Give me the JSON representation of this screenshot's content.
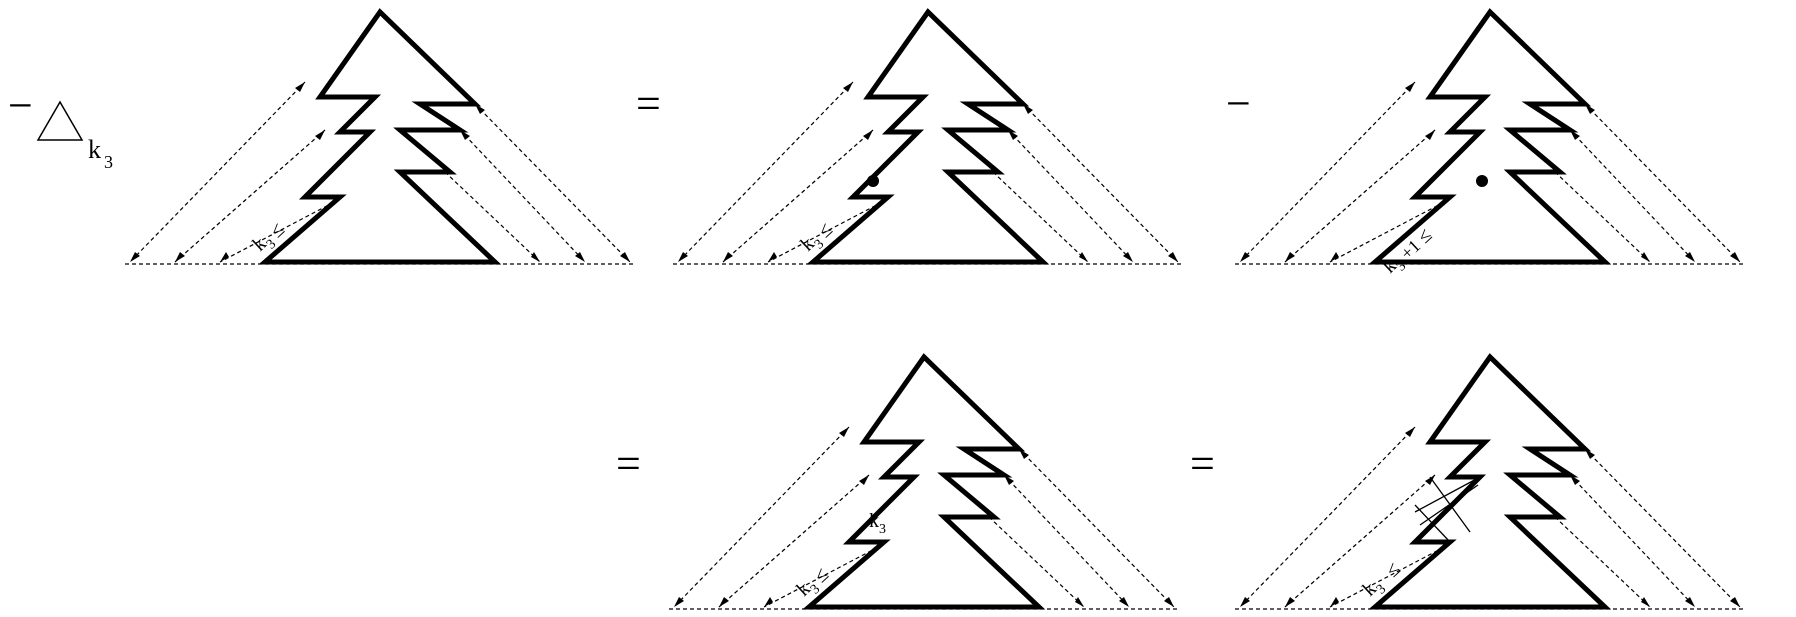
{
  "operators": {
    "minus_sign": "−",
    "equals_sign": "="
  },
  "labels": {
    "laplacian_subscript": "k",
    "laplacian_subscript_index": "3",
    "k_base": "k",
    "k_index": "3",
    "plus_one": "+1",
    "leq": "≤",
    "dot_leq": "⩽"
  },
  "panels": [
    {
      "id": "top-left",
      "lhs": true,
      "marker": "geq-triple",
      "label": "k3"
    },
    {
      "id": "top-middle",
      "marker": "dot",
      "label": "k3"
    },
    {
      "id": "top-right",
      "marker": "dot",
      "label": "k3+1"
    },
    {
      "id": "bottom-middle",
      "marker": "k3-rung",
      "label": "k3"
    },
    {
      "id": "bottom-right",
      "marker": "crossed-rung",
      "label": "k3"
    }
  ]
}
